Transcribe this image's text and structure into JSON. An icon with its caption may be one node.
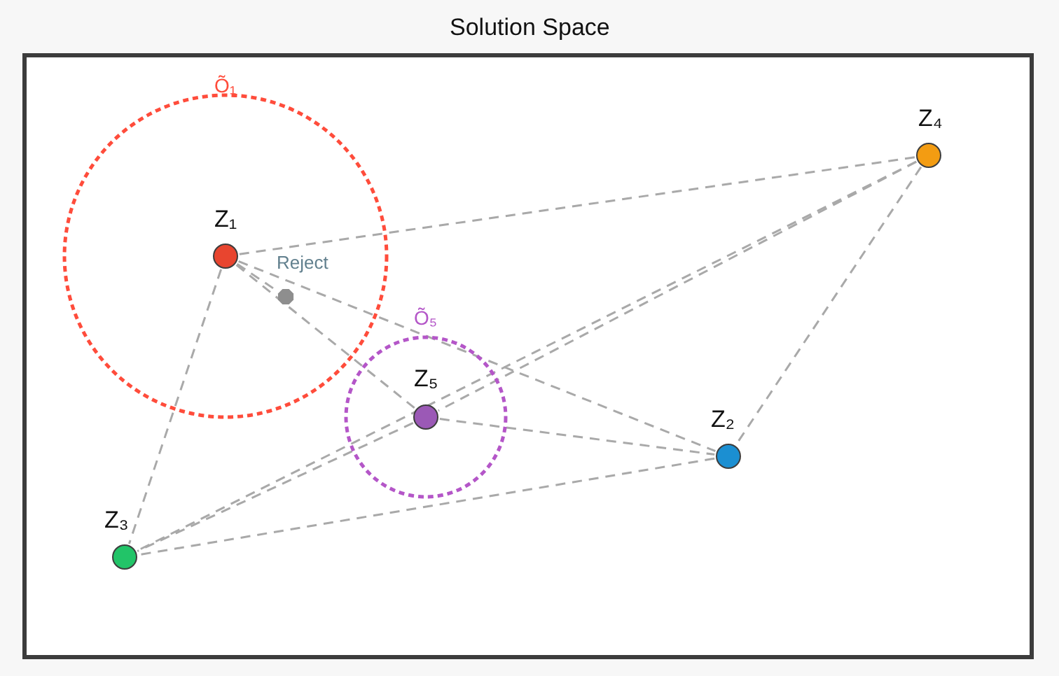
{
  "diagram": {
    "title": "Solution Space",
    "nodes": [
      {
        "text": [
          "Õ₁"
        ]
      },
      {
        "text": [
          "Z₁"
        ],
        "in": 0
      },
      {
        "text": [
          "Reject"
        ],
        "in": 0
      },
      {
        "text": [
          "Z₄"
        ]
      },
      {
        "text": [
          "Õ₅"
        ]
      },
      {
        "text": [
          "Z₅"
        ],
        "in": 4
      },
      {
        "text": [
          "Z₂"
        ]
      },
      {
        "text": [
          "Z₃"
        ]
      }
    ],
    "edges": [
      {
        "from": 1,
        "to": 3,
        "arrow": "none",
        "style": "dashed"
      },
      {
        "from": 1,
        "to": 2,
        "arrow": "none",
        "style": "dashed"
      },
      {
        "from": 1,
        "to": 5,
        "arrow": "none",
        "style": "dashed"
      },
      {
        "from": 1,
        "to": 6,
        "arrow": "none",
        "style": "dashed"
      },
      {
        "from": 1,
        "to": 7,
        "arrow": "none",
        "style": "dashed"
      },
      {
        "from": 3,
        "to": 5,
        "arrow": "none",
        "style": "dashed"
      },
      {
        "from": 3,
        "to": 6,
        "arrow": "none",
        "style": "dashed"
      },
      {
        "from": 3,
        "to": 7,
        "arrow": "none",
        "style": "dashed"
      },
      {
        "from": 5,
        "to": 6,
        "arrow": "none",
        "style": "dashed"
      },
      {
        "from": 5,
        "to": 7,
        "arrow": "none",
        "style": "dashed"
      },
      {
        "from": 6,
        "to": 7,
        "arrow": "none",
        "style": "dashed"
      }
    ]
  }
}
